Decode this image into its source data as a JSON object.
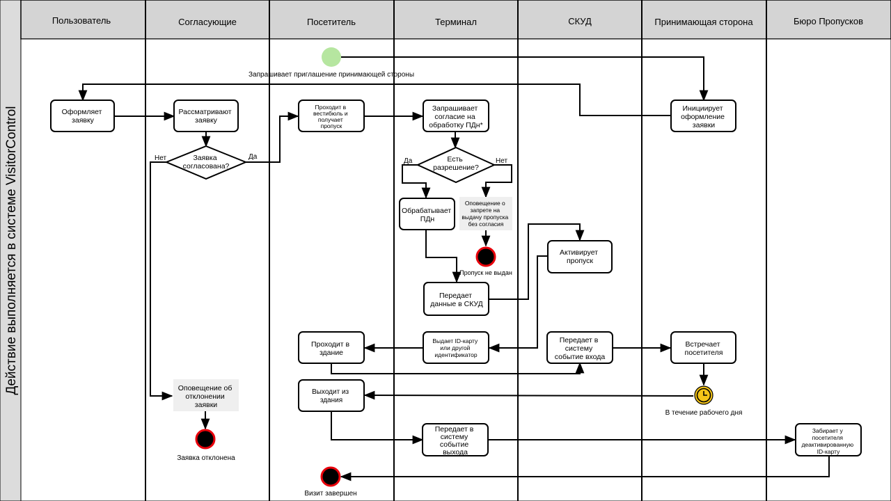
{
  "pool": {
    "title": "Действие выполняется в системе VisitorControl"
  },
  "lanes": [
    "Пользователь",
    "Согласующие",
    "Посетитель",
    "Терминал",
    "СКУД",
    "Принимающая сторона",
    "Бюро Пропусков"
  ],
  "nodes": {
    "form_request": [
      "Оформляет",
      "заявку"
    ],
    "review_request": [
      "Рассматривают",
      "заявку"
    ],
    "approved_decision": [
      "Заявка",
      "согласована?"
    ],
    "rejection_notice": [
      "Оповещение об",
      "отклонении",
      "заявки"
    ],
    "enter_lobby": [
      "Проходит в",
      "вестибюль и",
      "получает",
      "пропуск"
    ],
    "enter_building": [
      "Проходит в",
      "здание"
    ],
    "exit_building": [
      "Выходит из",
      "здания"
    ],
    "request_consent": [
      "Запрашивает",
      "согласие на",
      "обработку ПДн*"
    ],
    "permission_decision": [
      "Есть",
      "разрешение?"
    ],
    "process_pd": [
      "Обрабатывает",
      "ПДн"
    ],
    "denial_notice": [
      "Оповещение о",
      "запрете на",
      "выдачу пропуска",
      "без согласия"
    ],
    "send_to_acs": [
      "Передает",
      "данные в СКУД"
    ],
    "issue_card": [
      "Выдает ID-карту",
      "или другой",
      "идентификатор"
    ],
    "exit_event": [
      "Передает в",
      "систему",
      "событие",
      "выхода"
    ],
    "activate_pass": [
      "Активирует",
      "пропуск"
    ],
    "entry_event": [
      "Передает в",
      "систему",
      "событие входа"
    ],
    "initiate_request": [
      "Инициирует",
      "оформление",
      "заявки"
    ],
    "meet_visitor": [
      "Встречает",
      "посетителя"
    ],
    "collect_card": [
      "Забирает у",
      "посетителя",
      "деактивированную",
      "ID-карту"
    ]
  },
  "labels": {
    "request_invitation": "Запрашивает приглашение принимающей стороны",
    "no_1": "Нет",
    "yes_1": "Да",
    "yes_2": "Да",
    "no_2": "Нет",
    "pass_not_issued": "Пропуск не выдан",
    "request_rejected": "Заявка отклонена",
    "during_workday": "В течение рабочего дня",
    "visit_completed": "Визит завершен"
  },
  "colors": {
    "lane_header_bg": "#d4d4d4",
    "pool_header_bg": "#dcdcdc",
    "start_event": "#b6e6a0",
    "end_event_ring": "#e8000b",
    "timer_event": "#f5c518",
    "note_bg": "#efefef"
  }
}
